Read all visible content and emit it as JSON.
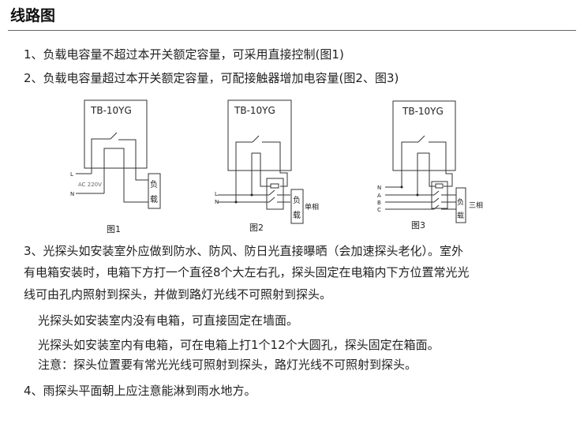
{
  "title": "线路图",
  "items": [
    "1、负载电容量不超过本开关额定容量，可采用直接控制(图1)",
    "2、负载电容量超过本开关额定容量，可配接触器增加电容量(图2、图3)"
  ],
  "item3": [
    "3、光探头如安装室外应做到防水、防风、防日光直接曝晒（会加速探头老化）。室外",
    "有电箱安装时，电箱下方打一个直径8个大左右孔，探头固定在电箱内下方位置常光光",
    "线可由孔内照射到探头，并做到路灯光线不可照射到探头。"
  ],
  "notes": [
    "光探头如安装室内没有电箱，可直接固定在墙面。",
    "光探头如安装室内有电箱，可在电箱上打1个12个大圆孔，探头固定在箱面。",
    "注意：探头位置要有常光光线可照射到探头，路灯光线不可照射到探头。"
  ],
  "item4": "4、雨探头平面朝上应注意能淋到雨水地方。",
  "diagrams": {
    "model": "TB-10YG",
    "load1": "负",
    "load2": "载",
    "fig1": {
      "caption": "图1",
      "L": "L",
      "N": "N",
      "voltage": "AC 220V"
    },
    "fig2": {
      "caption": "图2",
      "L": "L",
      "N": "N",
      "type": "单相"
    },
    "fig3": {
      "caption": "图3",
      "N": "N",
      "A": "A",
      "B": "B",
      "C": "C",
      "type": "三相"
    }
  }
}
